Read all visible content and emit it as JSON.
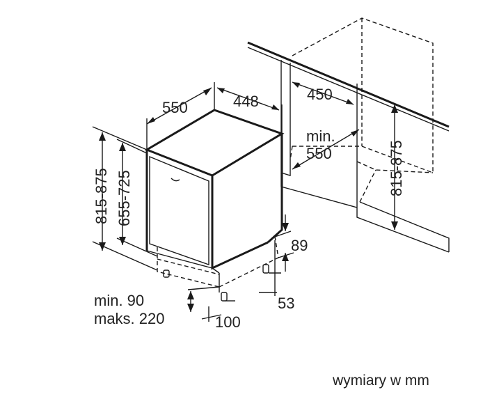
{
  "labels": {
    "width": "550",
    "depth": "448",
    "niche_depth": "450",
    "niche_min_width_1": "min.",
    "niche_min_width_2": "550",
    "niche_height": "815-875",
    "total_height": "815-875",
    "body_height": "655-725",
    "plinth_height": "89",
    "foot_height": "53",
    "toe_kick_1": "min. 90",
    "toe_kick_2": "maks. 220",
    "foot_offset": "100"
  },
  "footer_note": "wymiary w mm"
}
